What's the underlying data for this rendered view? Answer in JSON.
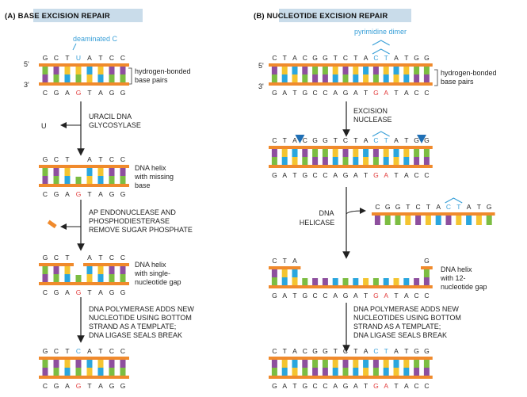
{
  "panel_a": {
    "header": "(A)  BASE EXCISION REPAIR",
    "annot": "deaminated C",
    "bp_label_1": "hydrogen-bonded",
    "bp_label_2": "base pairs",
    "five": "5'",
    "three": "3'",
    "h1_top": [
      "G",
      "C",
      "T",
      "U",
      "A",
      "T",
      "C",
      "C"
    ],
    "h1_bot": [
      "C",
      "G",
      "A",
      "G",
      "T",
      "A",
      "G",
      "G"
    ],
    "step1_1": "URACIL DNA",
    "step1_2": "GLYCOSYLASE",
    "removed_base": "U",
    "h2_top": [
      "G",
      "C",
      "T",
      "",
      "A",
      "T",
      "C",
      "C"
    ],
    "h2_bot": [
      "C",
      "G",
      "A",
      "G",
      "T",
      "A",
      "G",
      "G"
    ],
    "h2_lbl_1": "DNA helix",
    "h2_lbl_2": "with missing",
    "h2_lbl_3": "base",
    "step2_1": "AP ENDONUCLEASE AND",
    "step2_2": "PHOSPHODIESTERASE",
    "step2_3": "REMOVE SUGAR PHOSPHATE",
    "h3_top": [
      "G",
      "C",
      "T",
      "",
      "A",
      "T",
      "C",
      "C"
    ],
    "h3_bot": [
      "C",
      "G",
      "A",
      "G",
      "T",
      "A",
      "G",
      "G"
    ],
    "h3_lbl_1": "DNA helix",
    "h3_lbl_2": "with single-",
    "h3_lbl_3": "nucleotide gap",
    "step3_1": "DNA POLYMERASE ADDS NEW",
    "step3_2": "NUCLEOTIDE USING BOTTOM",
    "step3_3": "STRAND AS A TEMPLATE;",
    "step3_4": "DNA LIGASE SEALS BREAK",
    "h4_top": [
      "G",
      "C",
      "T",
      "C",
      "A",
      "T",
      "C",
      "C"
    ],
    "h4_bot": [
      "C",
      "G",
      "A",
      "G",
      "T",
      "A",
      "G",
      "G"
    ]
  },
  "panel_b": {
    "header": "(B)  NUCLEOTIDE EXCISION REPAIR",
    "annot": "pyrimidine dimer",
    "bp_label_1": "hydrogen-bonded",
    "bp_label_2": "base pairs",
    "five": "5'",
    "three": "3'",
    "h1_top": [
      "C",
      "T",
      "A",
      "C",
      "G",
      "G",
      "T",
      "C",
      "T",
      "A",
      "C",
      "T",
      "A",
      "T",
      "G",
      "G"
    ],
    "h1_bot": [
      "G",
      "A",
      "T",
      "G",
      "C",
      "C",
      "A",
      "G",
      "A",
      "T",
      "G",
      "A",
      "T",
      "A",
      "C",
      "C"
    ],
    "step1_1": "EXCISION",
    "step1_2": "NUCLEASE",
    "h2_top": [
      "C",
      "T",
      "A",
      "C",
      "G",
      "G",
      "T",
      "C",
      "T",
      "A",
      "C",
      "T",
      "A",
      "T",
      "G",
      "G"
    ],
    "h2_bot": [
      "G",
      "A",
      "T",
      "G",
      "C",
      "C",
      "A",
      "G",
      "A",
      "T",
      "G",
      "A",
      "T",
      "A",
      "C",
      "C"
    ],
    "step2_1": "DNA",
    "step2_2": "HELICASE",
    "frag_top": [
      "C",
      "G",
      "G",
      "T",
      "C",
      "T",
      "A",
      "C",
      "T",
      "A",
      "T",
      "G"
    ],
    "h3_top_left": [
      "C",
      "T",
      "A"
    ],
    "h3_top_right": [
      "G"
    ],
    "h3_bot": [
      "G",
      "A",
      "T",
      "G",
      "C",
      "C",
      "A",
      "G",
      "A",
      "T",
      "G",
      "A",
      "T",
      "A",
      "C",
      "C"
    ],
    "h3_lbl_1": "DNA helix",
    "h3_lbl_2": "with 12-",
    "h3_lbl_3": "nucleotide gap",
    "step3_1": "DNA POLYMERASE ADDS NEW",
    "step3_2": "NUCLEOTIDES USING BOTTOM",
    "step3_3": "STRAND AS A TEMPLATE;",
    "step3_4": "DNA LIGASE SEALS BREAK",
    "h4_top": [
      "C",
      "T",
      "A",
      "C",
      "G",
      "G",
      "T",
      "C",
      "T",
      "A",
      "C",
      "T",
      "A",
      "T",
      "G",
      "G"
    ],
    "h4_bot": [
      "G",
      "A",
      "T",
      "G",
      "C",
      "C",
      "A",
      "G",
      "A",
      "T",
      "G",
      "A",
      "T",
      "A",
      "C",
      "C"
    ]
  },
  "colors": {
    "backbone": "#f08a2c",
    "A": "#2aa6de",
    "T": "#f4c430",
    "G": "#7cbd42",
    "C": "#8e4f9e",
    "highlight": "#e23b3b",
    "annot": "#3aa0d8",
    "header_bg": "#c9dcea"
  }
}
